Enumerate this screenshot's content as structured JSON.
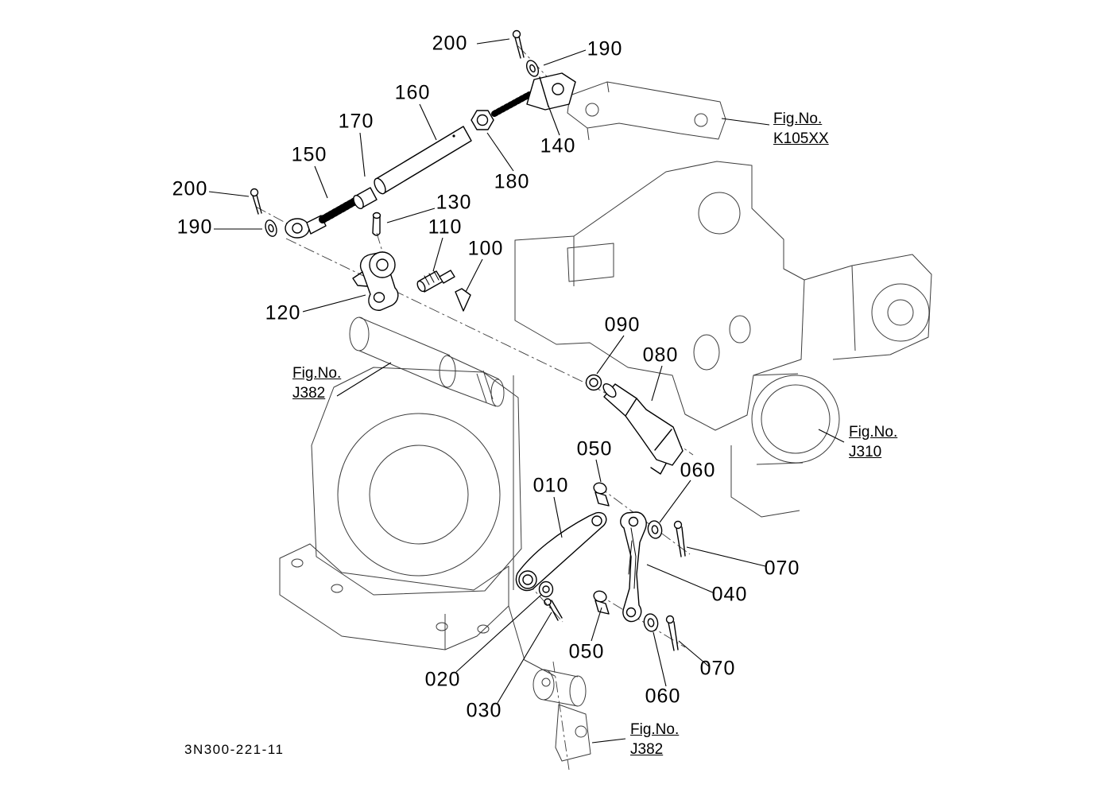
{
  "style": {
    "background": "#ffffff",
    "ink": "#000000"
  },
  "callouts": {
    "c200_top": "200",
    "c190_top": "190",
    "c160": "160",
    "c170": "170",
    "c150": "150",
    "c180": "180",
    "c140": "140",
    "c200_left": "200",
    "c190_left": "190",
    "c130": "130",
    "c110": "110",
    "c100": "100",
    "c120": "120",
    "c090": "090",
    "c080": "080",
    "c050_top": "050",
    "c010": "010",
    "c060_top": "060",
    "c070_top": "070",
    "c040": "040",
    "c020": "020",
    "c030": "030",
    "c050_bottom": "050",
    "c060_bottom": "060",
    "c070_bottom": "070"
  },
  "fig_refs": {
    "k105xx": {
      "label": "Fig.No.",
      "code": "K105XX"
    },
    "j382_mid": {
      "label": "Fig.No.",
      "code": "J382"
    },
    "j310": {
      "label": "Fig.No.",
      "code": "J310"
    },
    "j382_bottom": {
      "label": "Fig.No.",
      "code": "J382"
    }
  },
  "drawing_number": "3N300-221-11"
}
